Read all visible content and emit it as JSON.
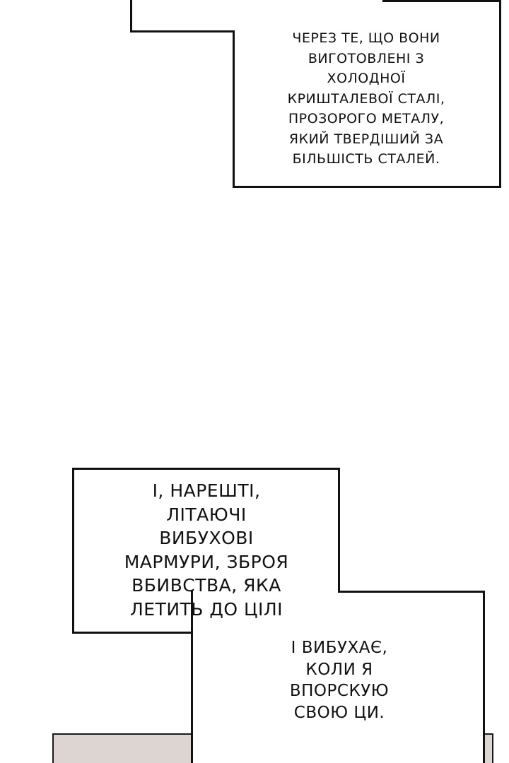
{
  "captions": [
    {
      "id": "caption-1",
      "text": "ЧЕРЕЗ ТЕ, ЩО ВОНИ\nВИГОТОВЛЕНІ З\nХОЛОДНОЇ\nКРИШТАЛЕВОЇ СТАЛІ,\nПРОЗОРОГО МЕТАЛУ,\nЯКИЙ ТВЕРДІШИЙ ЗА\nБІЛЬШІСТЬ СТАЛЕЙ."
    },
    {
      "id": "caption-2",
      "text": "І, НАРЕШТІ,\nЛІТАЮЧІ\nВИБУХОВІ\nМАРМУРИ, ЗБРОЯ\nВБИВСТВА, ЯКА\nЛЕТИТЬ ДО ЦІЛІ"
    },
    {
      "id": "caption-3",
      "text": "І ВИБУХАЄ,\nКОЛИ Я\nВПОРСКУЮ\nСВОЮ ЦИ."
    }
  ],
  "colors": {
    "border": "#111111",
    "background": "#ffffff",
    "panel_bg": "#ddd5d2"
  }
}
